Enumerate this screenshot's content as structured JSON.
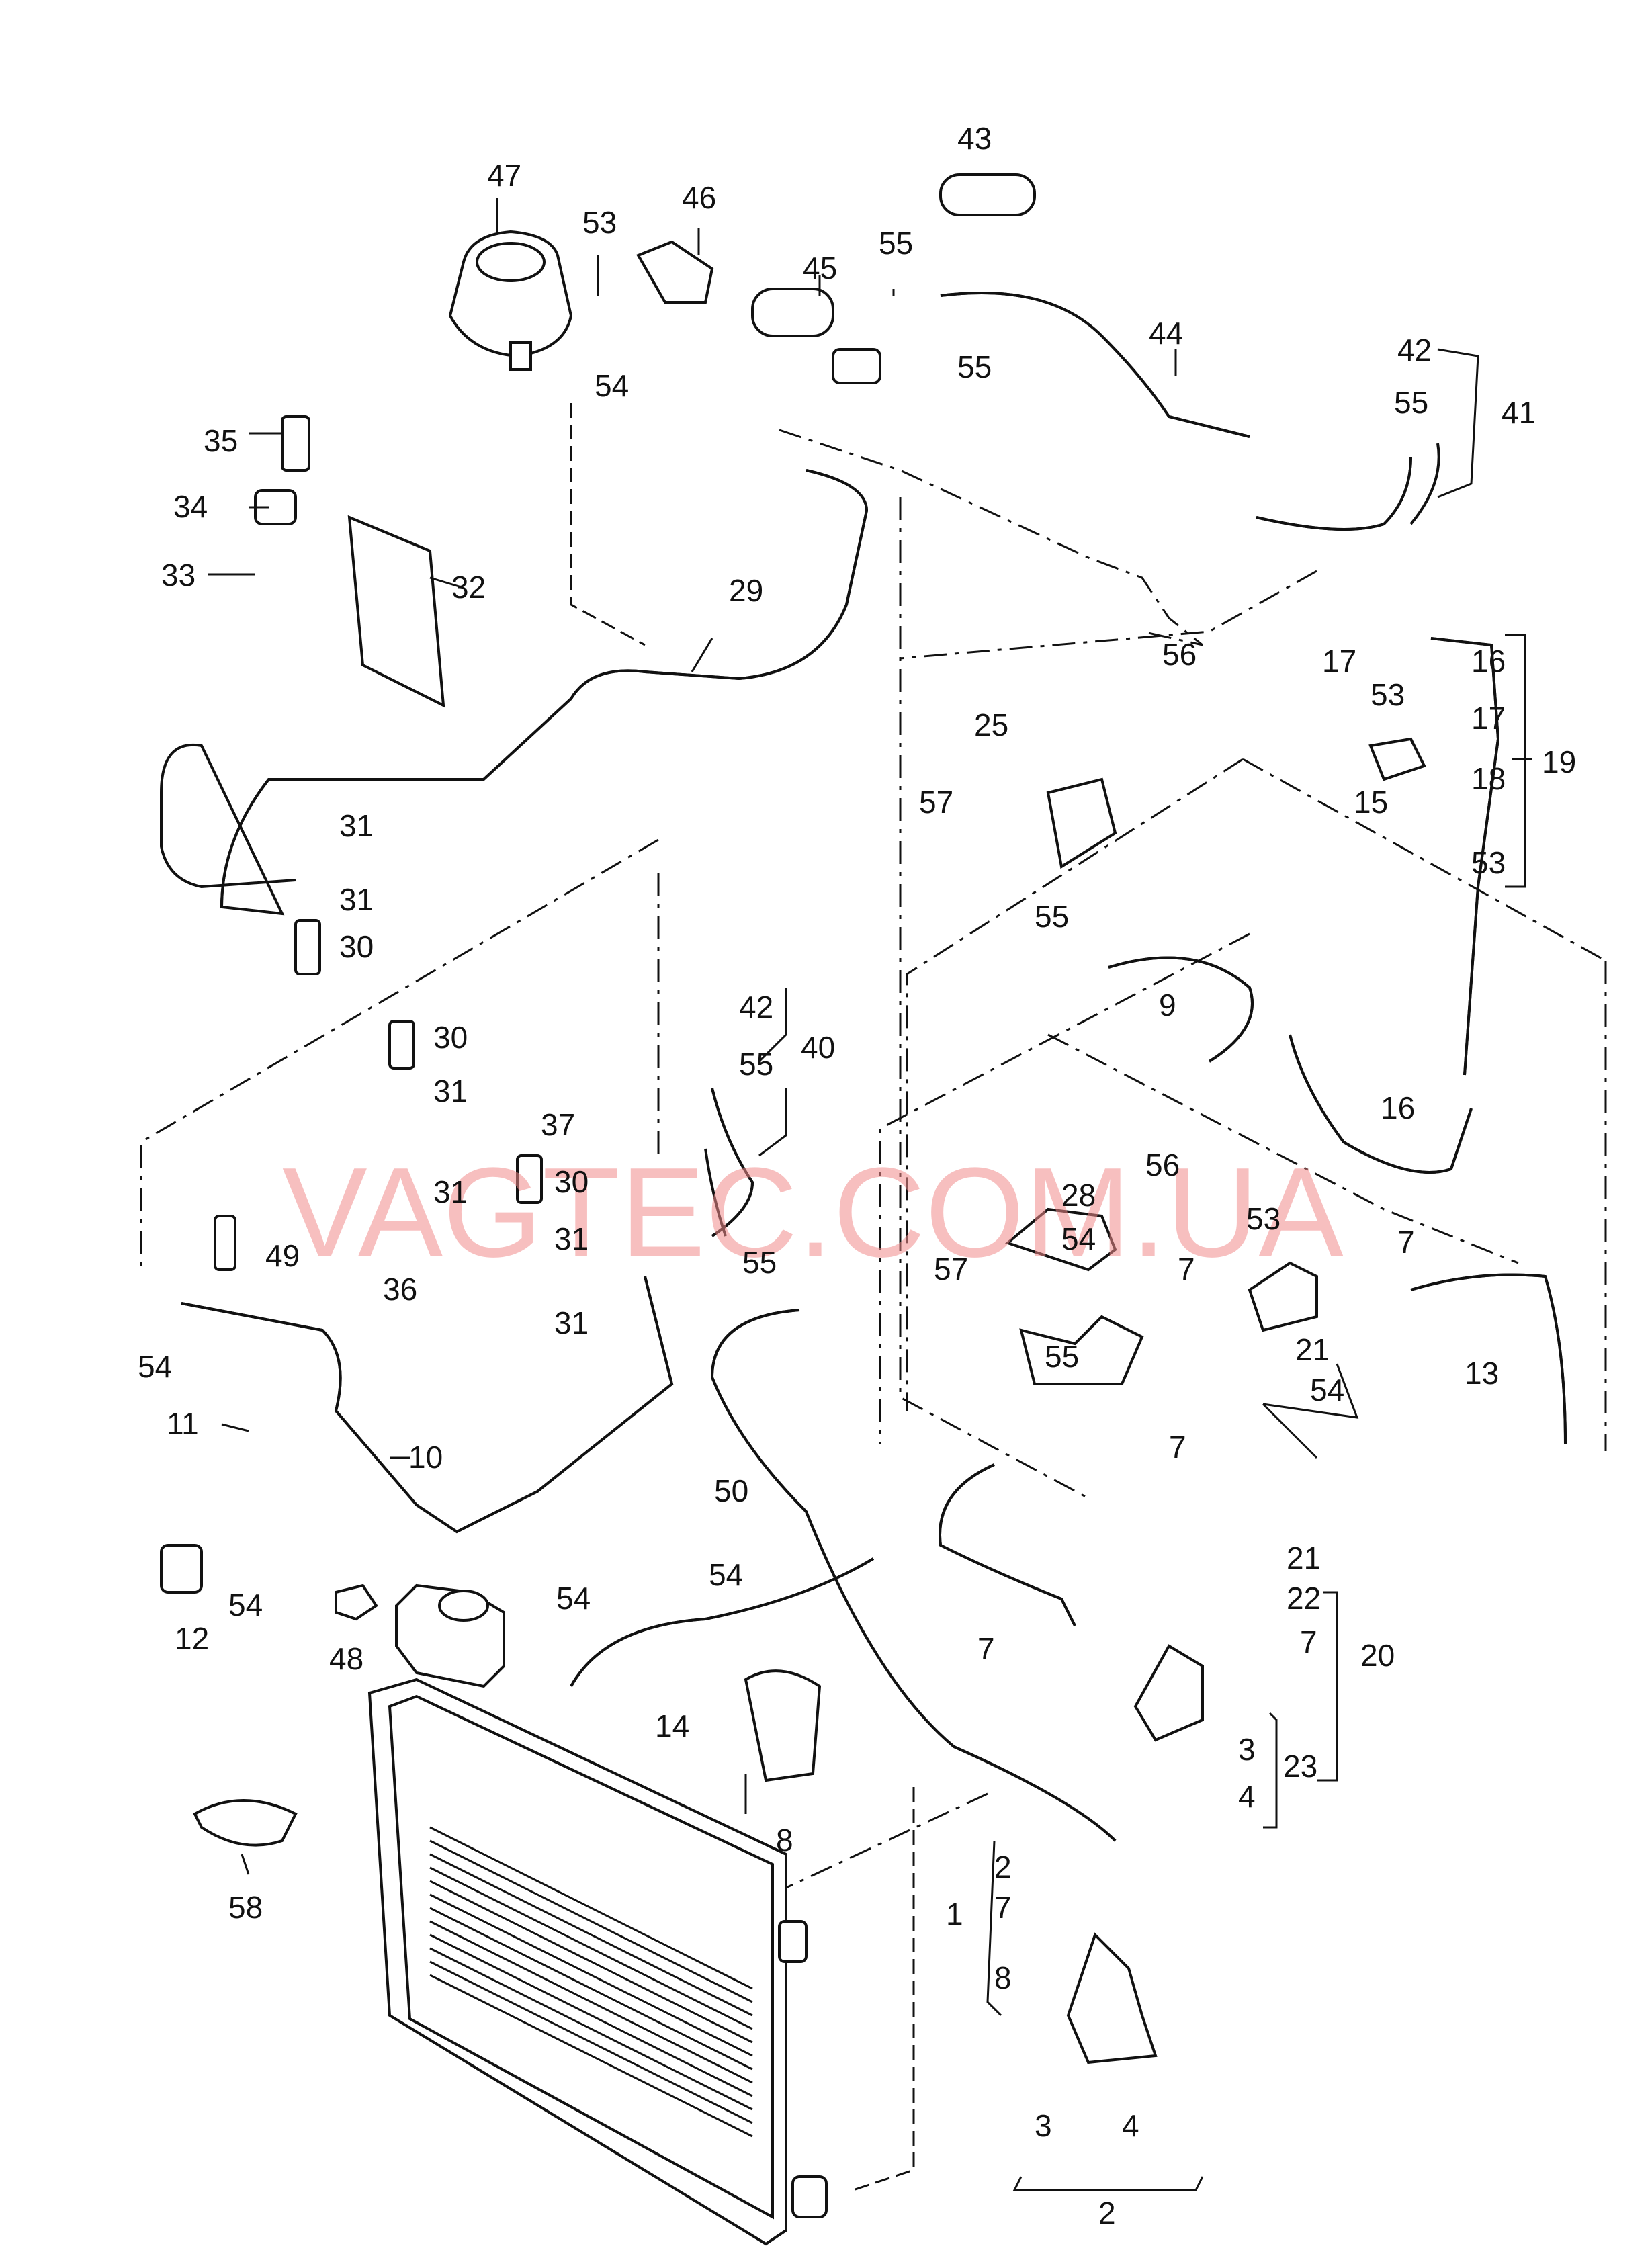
{
  "watermark": "VAGTEC.COM.UA",
  "callouts": [
    {
      "text": "43"
    },
    {
      "text": "47"
    },
    {
      "text": "46"
    },
    {
      "text": "53"
    },
    {
      "text": "45"
    },
    {
      "text": "55"
    },
    {
      "text": "44"
    },
    {
      "text": "54"
    },
    {
      "text": "55"
    },
    {
      "text": "42"
    },
    {
      "text": "55"
    },
    {
      "text": "41"
    },
    {
      "text": "35"
    },
    {
      "text": "34"
    },
    {
      "text": "33"
    },
    {
      "text": "32"
    },
    {
      "text": "29"
    },
    {
      "text": "56"
    },
    {
      "text": "17"
    },
    {
      "text": "53"
    },
    {
      "text": "16"
    },
    {
      "text": "17"
    },
    {
      "text": "18"
    },
    {
      "text": "19"
    },
    {
      "text": "53"
    },
    {
      "text": "15"
    },
    {
      "text": "25"
    },
    {
      "text": "57"
    },
    {
      "text": "31"
    },
    {
      "text": "31"
    },
    {
      "text": "30"
    },
    {
      "text": "55"
    },
    {
      "text": "9"
    },
    {
      "text": "42"
    },
    {
      "text": "40"
    },
    {
      "text": "55"
    },
    {
      "text": "30"
    },
    {
      "text": "31"
    },
    {
      "text": "37"
    },
    {
      "text": "31"
    },
    {
      "text": "30"
    },
    {
      "text": "31"
    },
    {
      "text": "36"
    },
    {
      "text": "31"
    },
    {
      "text": "49"
    },
    {
      "text": "54"
    },
    {
      "text": "53"
    },
    {
      "text": "16"
    },
    {
      "text": "28"
    },
    {
      "text": "56"
    },
    {
      "text": "57"
    },
    {
      "text": "54"
    },
    {
      "text": "55"
    },
    {
      "text": "7"
    },
    {
      "text": "7"
    },
    {
      "text": "21"
    },
    {
      "text": "54"
    },
    {
      "text": "13"
    },
    {
      "text": "55"
    },
    {
      "text": "7"
    },
    {
      "text": "11"
    },
    {
      "text": "10"
    },
    {
      "text": "50"
    },
    {
      "text": "12"
    },
    {
      "text": "54"
    },
    {
      "text": "48"
    },
    {
      "text": "54"
    },
    {
      "text": "54"
    },
    {
      "text": "14"
    },
    {
      "text": "21"
    },
    {
      "text": "22"
    },
    {
      "text": "7"
    },
    {
      "text": "20"
    },
    {
      "text": "7"
    },
    {
      "text": "3"
    },
    {
      "text": "23"
    },
    {
      "text": "4"
    },
    {
      "text": "8"
    },
    {
      "text": "58"
    },
    {
      "text": "2"
    },
    {
      "text": "7"
    },
    {
      "text": "1"
    },
    {
      "text": "8"
    },
    {
      "text": "3"
    },
    {
      "text": "4"
    },
    {
      "text": "2"
    }
  ]
}
